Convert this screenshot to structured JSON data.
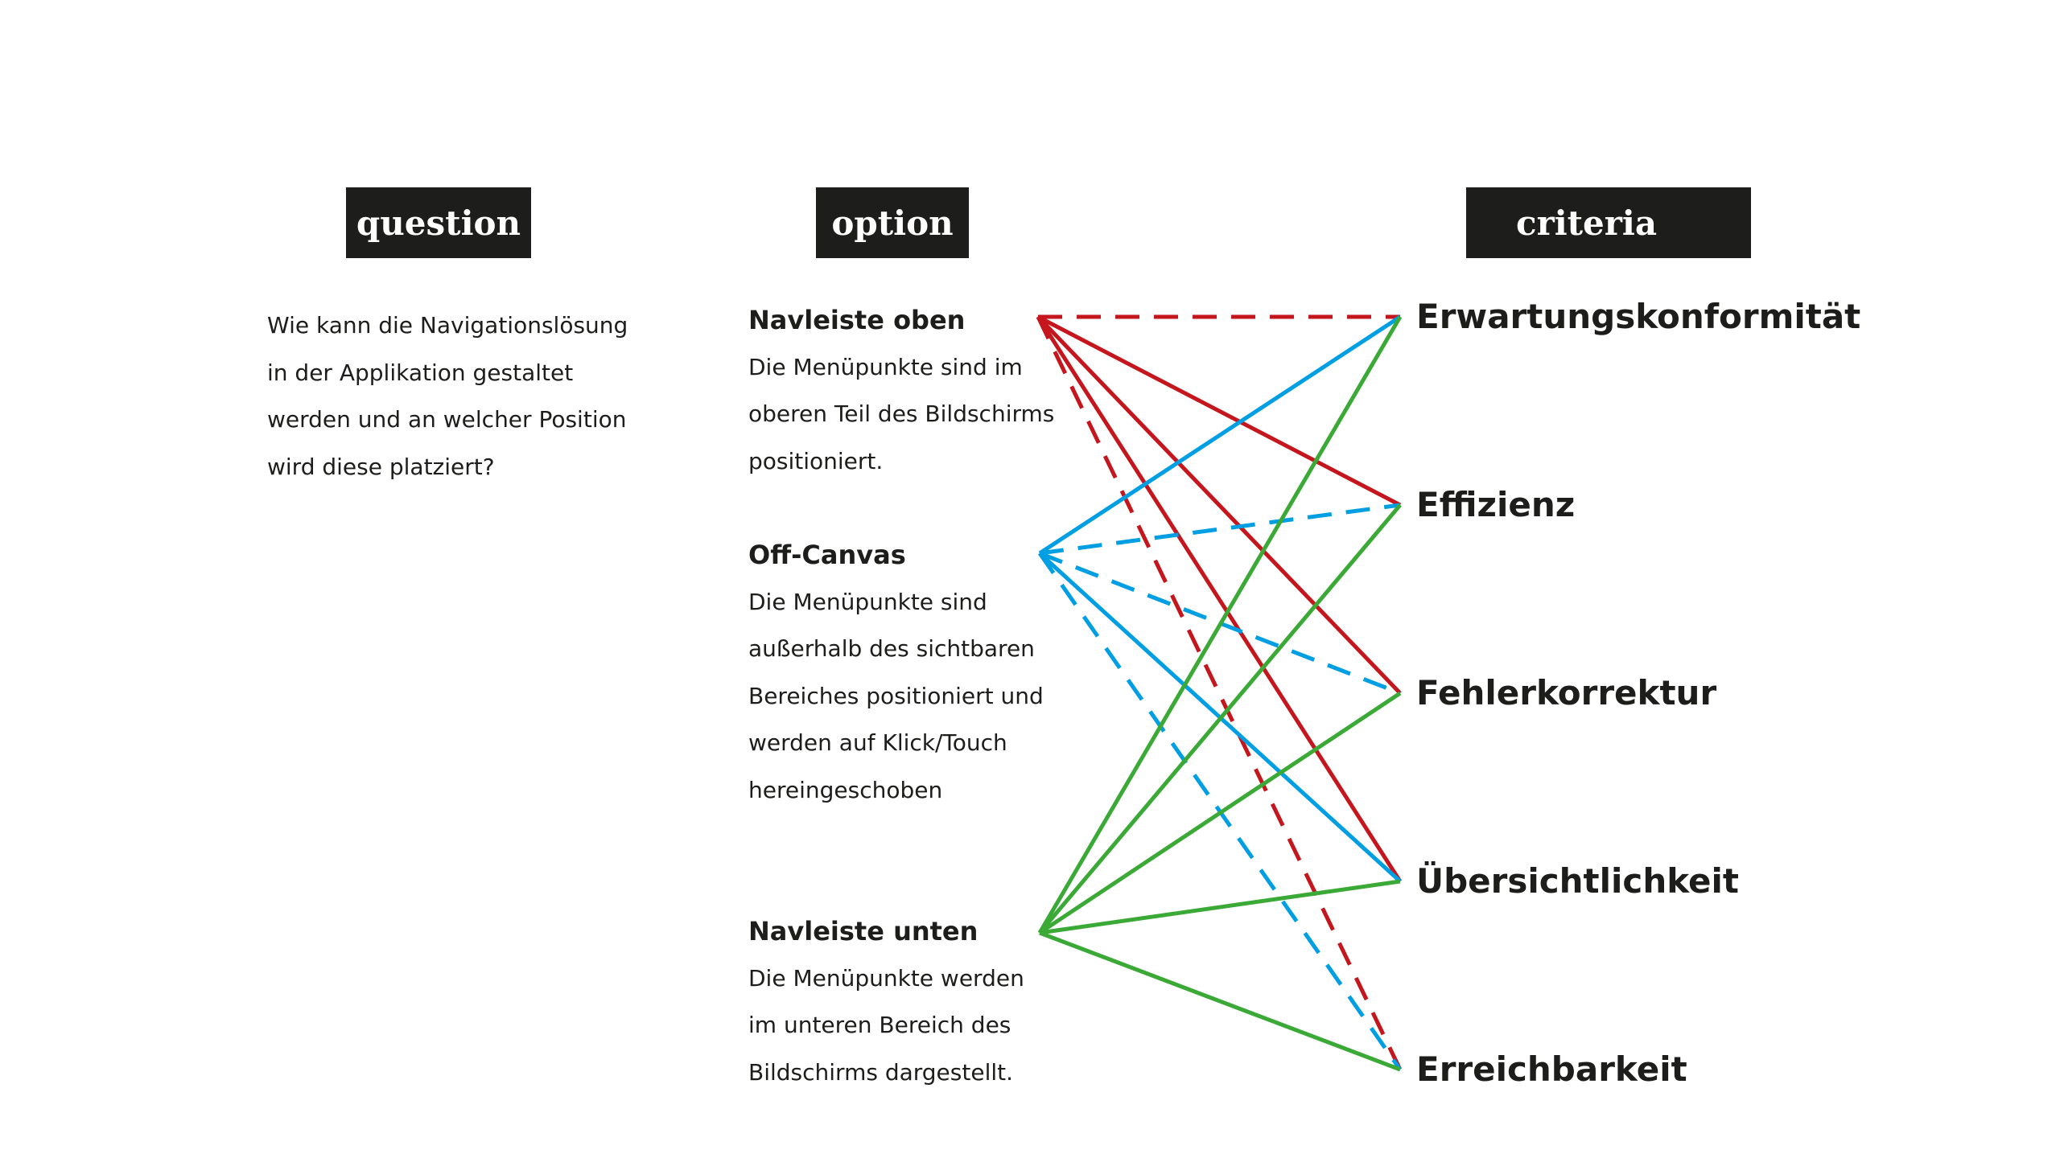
{
  "headers": {
    "question": "question",
    "option": "option",
    "criteria": "criteria"
  },
  "question": {
    "lines": [
      "Wie kann die Navigationslösung",
      "in der Applikation gestaltet",
      "werden und an welcher Position",
      "wird diese platziert?"
    ]
  },
  "options": [
    {
      "title": "Navleiste oben",
      "lines": [
        "Die Menüpunkte sind im",
        "oberen Teil des Bildschirms",
        "positioniert."
      ]
    },
    {
      "title": "Off-Canvas",
      "lines": [
        "Die Menüpunkte sind",
        "außerhalb des sichtbaren",
        "Bereiches positioniert und",
        "werden auf Klick/Touch",
        "hereingeschoben"
      ]
    },
    {
      "title": "Navleiste unten",
      "lines": [
        "Die Menüpunkte werden",
        "im unteren Bereich des",
        "Bildschirms dargestellt."
      ]
    }
  ],
  "criteria": [
    "Erwartungskonformität",
    "Effizienz",
    "Fehlerkorrektur",
    "Übersichtlichkeit",
    "Erreichbarkeit"
  ],
  "connection_colors": {
    "Navleiste oben": "#c4161c",
    "Off-Canvas": "#009fe3",
    "Navleiste unten": "#3aa935"
  },
  "connections": [
    {
      "from": "Navleiste oben",
      "to": "Erwartungskonformität",
      "style": "dashed"
    },
    {
      "from": "Navleiste oben",
      "to": "Effizienz",
      "style": "solid"
    },
    {
      "from": "Navleiste oben",
      "to": "Fehlerkorrektur",
      "style": "solid"
    },
    {
      "from": "Navleiste oben",
      "to": "Übersichtlichkeit",
      "style": "solid"
    },
    {
      "from": "Navleiste oben",
      "to": "Erreichbarkeit",
      "style": "dashed"
    },
    {
      "from": "Off-Canvas",
      "to": "Erwartungskonformität",
      "style": "solid"
    },
    {
      "from": "Off-Canvas",
      "to": "Effizienz",
      "style": "dashed"
    },
    {
      "from": "Off-Canvas",
      "to": "Fehlerkorrektur",
      "style": "dashed"
    },
    {
      "from": "Off-Canvas",
      "to": "Übersichtlichkeit",
      "style": "solid"
    },
    {
      "from": "Off-Canvas",
      "to": "Erreichbarkeit",
      "style": "dashed"
    },
    {
      "from": "Navleiste unten",
      "to": "Erwartungskonformität",
      "style": "solid"
    },
    {
      "from": "Navleiste unten",
      "to": "Effizienz",
      "style": "solid"
    },
    {
      "from": "Navleiste unten",
      "to": "Fehlerkorrektur",
      "style": "solid"
    },
    {
      "from": "Navleiste unten",
      "to": "Übersichtlichkeit",
      "style": "solid"
    },
    {
      "from": "Navleiste unten",
      "to": "Erreichbarkeit",
      "style": "solid"
    }
  ]
}
